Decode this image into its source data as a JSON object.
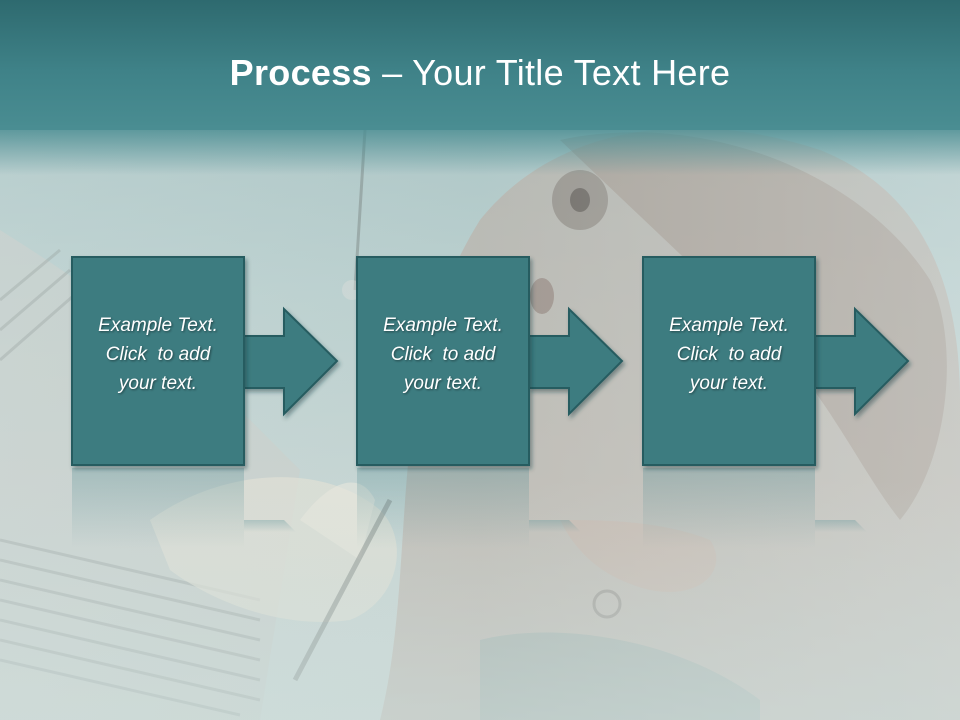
{
  "slide": {
    "title_bold": "Process",
    "title_rest": " – Your Title Text Here",
    "colors": {
      "band": "#3f8288",
      "box_fill": "#3d7b80",
      "box_stroke": "#285c60"
    }
  },
  "steps": [
    {
      "line1": "Example Text.",
      "line2": "Click  to add",
      "line3": "your text."
    },
    {
      "line1": "Example Text.",
      "line2": "Click  to add",
      "line3": "your text."
    },
    {
      "line1": "Example Text.",
      "line2": "Click  to add",
      "line3": "your text."
    }
  ]
}
